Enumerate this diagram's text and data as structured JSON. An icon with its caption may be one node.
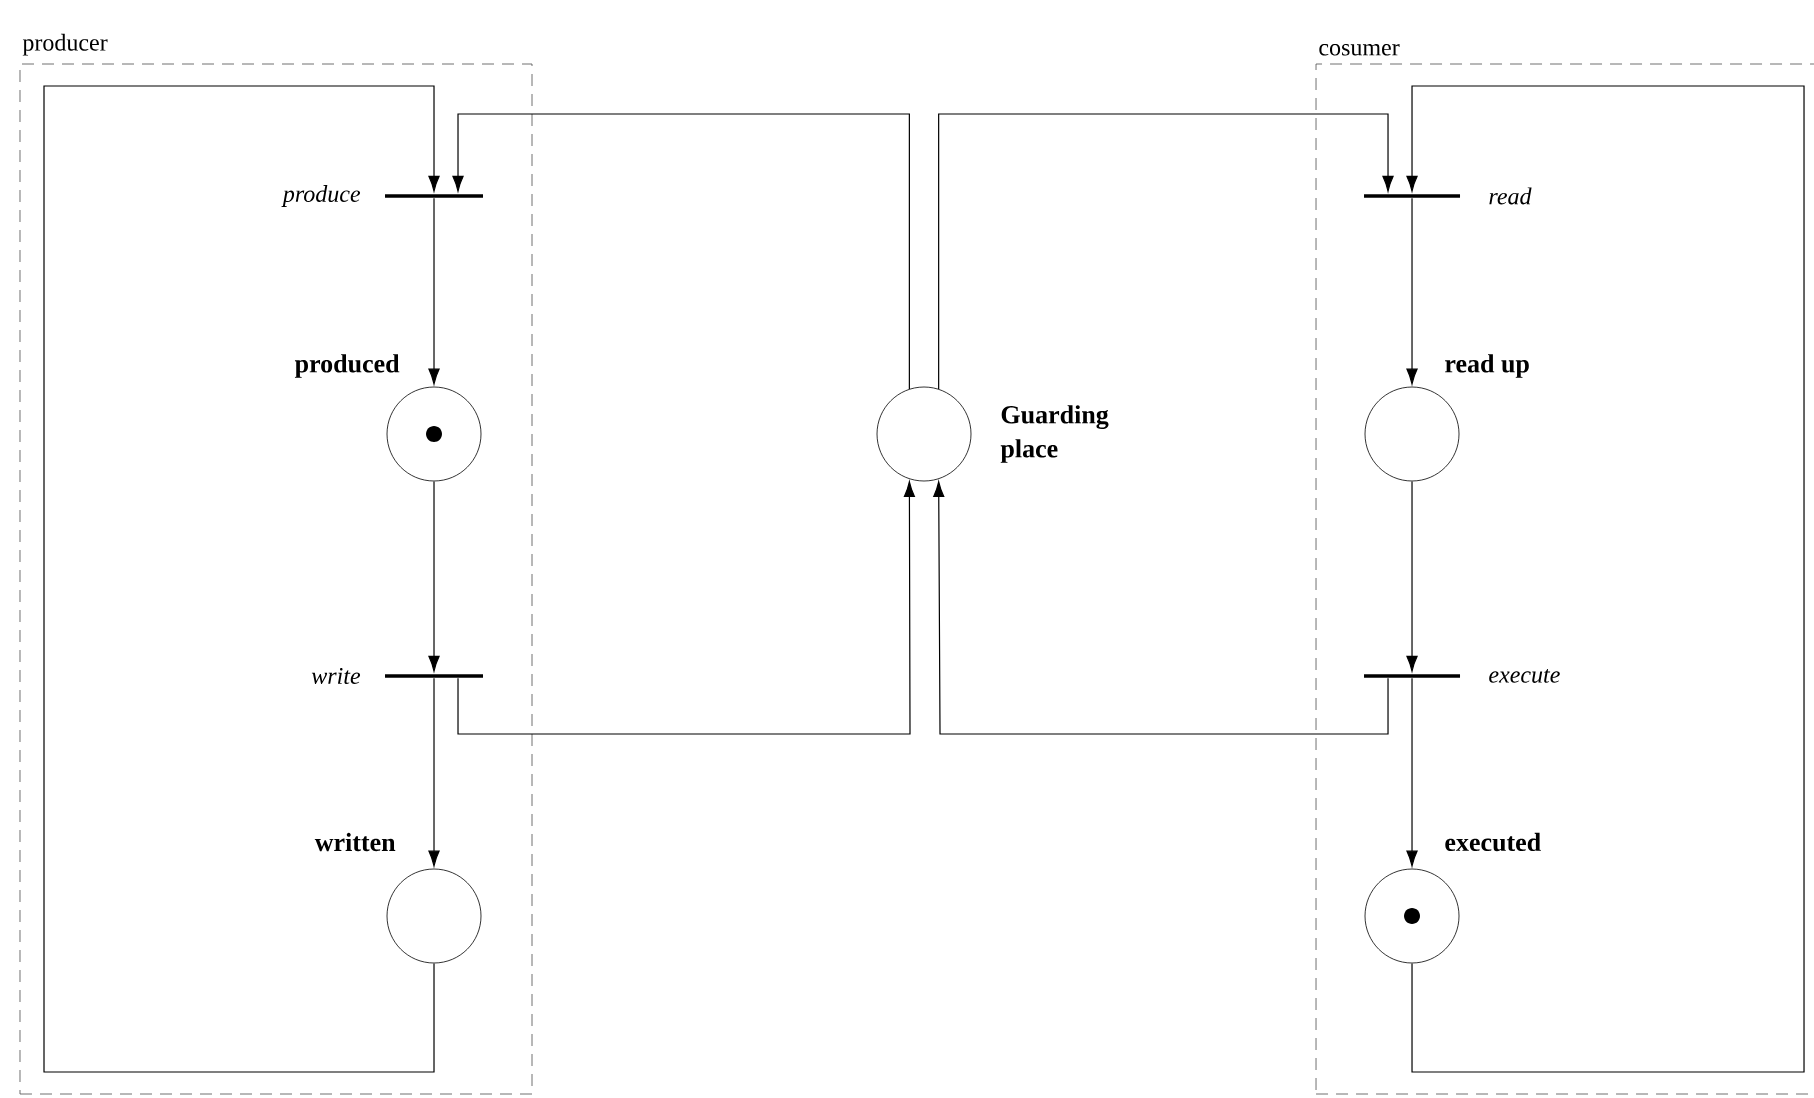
{
  "diagram": {
    "nodes": [
      {
        "text": [
          "producer"
        ]
      },
      {
        "text": [],
        "shape": "bar",
        "beside": [
          "produce"
        ],
        "in": 0
      },
      {
        "text": [
          "produced"
        ],
        "in": 0
      },
      {
        "text": [],
        "shape": "bar",
        "beside": [
          "write"
        ],
        "in": 0
      },
      {
        "text": [
          "written"
        ],
        "in": 0
      },
      {
        "text": [
          "Guarding place"
        ]
      },
      {
        "text": [
          "cosumer"
        ]
      },
      {
        "text": [],
        "shape": "bar",
        "beside": [
          "read"
        ],
        "in": 6
      },
      {
        "text": [
          "read up"
        ],
        "in": 6
      },
      {
        "text": [],
        "shape": "bar",
        "beside": [
          "execute"
        ],
        "in": 6
      },
      {
        "text": [
          "executed"
        ],
        "in": 6
      }
    ],
    "edges": [
      {
        "from": 1,
        "to": 2,
        "arrow": "to"
      },
      {
        "from": 2,
        "to": 3,
        "arrow": "to"
      },
      {
        "from": 3,
        "to": 4,
        "arrow": "to"
      },
      {
        "from": 4,
        "to": 1,
        "arrow": "to"
      },
      {
        "from": 5,
        "to": 1,
        "arrow": "to"
      },
      {
        "from": 3,
        "to": 5,
        "arrow": "to"
      },
      {
        "from": 5,
        "to": 7,
        "arrow": "to"
      },
      {
        "from": 7,
        "to": 8,
        "arrow": "to"
      },
      {
        "from": 8,
        "to": 9,
        "arrow": "to"
      },
      {
        "from": 9,
        "to": 5,
        "arrow": "to"
      },
      {
        "from": 9,
        "to": 10,
        "arrow": "to"
      },
      {
        "from": 10,
        "to": 7,
        "arrow": "to"
      }
    ]
  }
}
